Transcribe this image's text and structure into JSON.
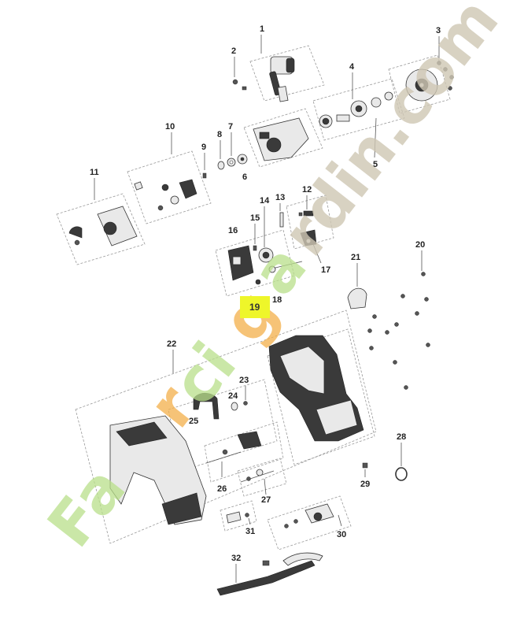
{
  "labels": [
    {
      "id": "1",
      "text": "1"
    },
    {
      "id": "2",
      "text": "2"
    },
    {
      "id": "3",
      "text": "3"
    },
    {
      "id": "4",
      "text": "4"
    },
    {
      "id": "5",
      "text": "5"
    },
    {
      "id": "6",
      "text": "6"
    },
    {
      "id": "7",
      "text": "7"
    },
    {
      "id": "8",
      "text": "8"
    },
    {
      "id": "9",
      "text": "9"
    },
    {
      "id": "10",
      "text": "10"
    },
    {
      "id": "11",
      "text": "11"
    },
    {
      "id": "12",
      "text": "12"
    },
    {
      "id": "13",
      "text": "13"
    },
    {
      "id": "14",
      "text": "14"
    },
    {
      "id": "15",
      "text": "15"
    },
    {
      "id": "16",
      "text": "16"
    },
    {
      "id": "17",
      "text": "17"
    },
    {
      "id": "18",
      "text": "18"
    },
    {
      "id": "19",
      "text": "19"
    },
    {
      "id": "20",
      "text": "20"
    },
    {
      "id": "21",
      "text": "21"
    },
    {
      "id": "22",
      "text": "22"
    },
    {
      "id": "23",
      "text": "23"
    },
    {
      "id": "24",
      "text": "24"
    },
    {
      "id": "25",
      "text": "25"
    },
    {
      "id": "26",
      "text": "26"
    },
    {
      "id": "27",
      "text": "27"
    },
    {
      "id": "28",
      "text": "28"
    },
    {
      "id": "29",
      "text": "29"
    },
    {
      "id": "30",
      "text": "30"
    },
    {
      "id": "31",
      "text": "31"
    },
    {
      "id": "32",
      "text": "32"
    }
  ],
  "highlighted_label": "19",
  "highlight_color": "#eef62a",
  "watermark": {
    "green": "Fa",
    "orange": "r",
    "green2": "ci",
    "orange2": "g",
    "green3": "a",
    "grey": "rdin.com"
  }
}
